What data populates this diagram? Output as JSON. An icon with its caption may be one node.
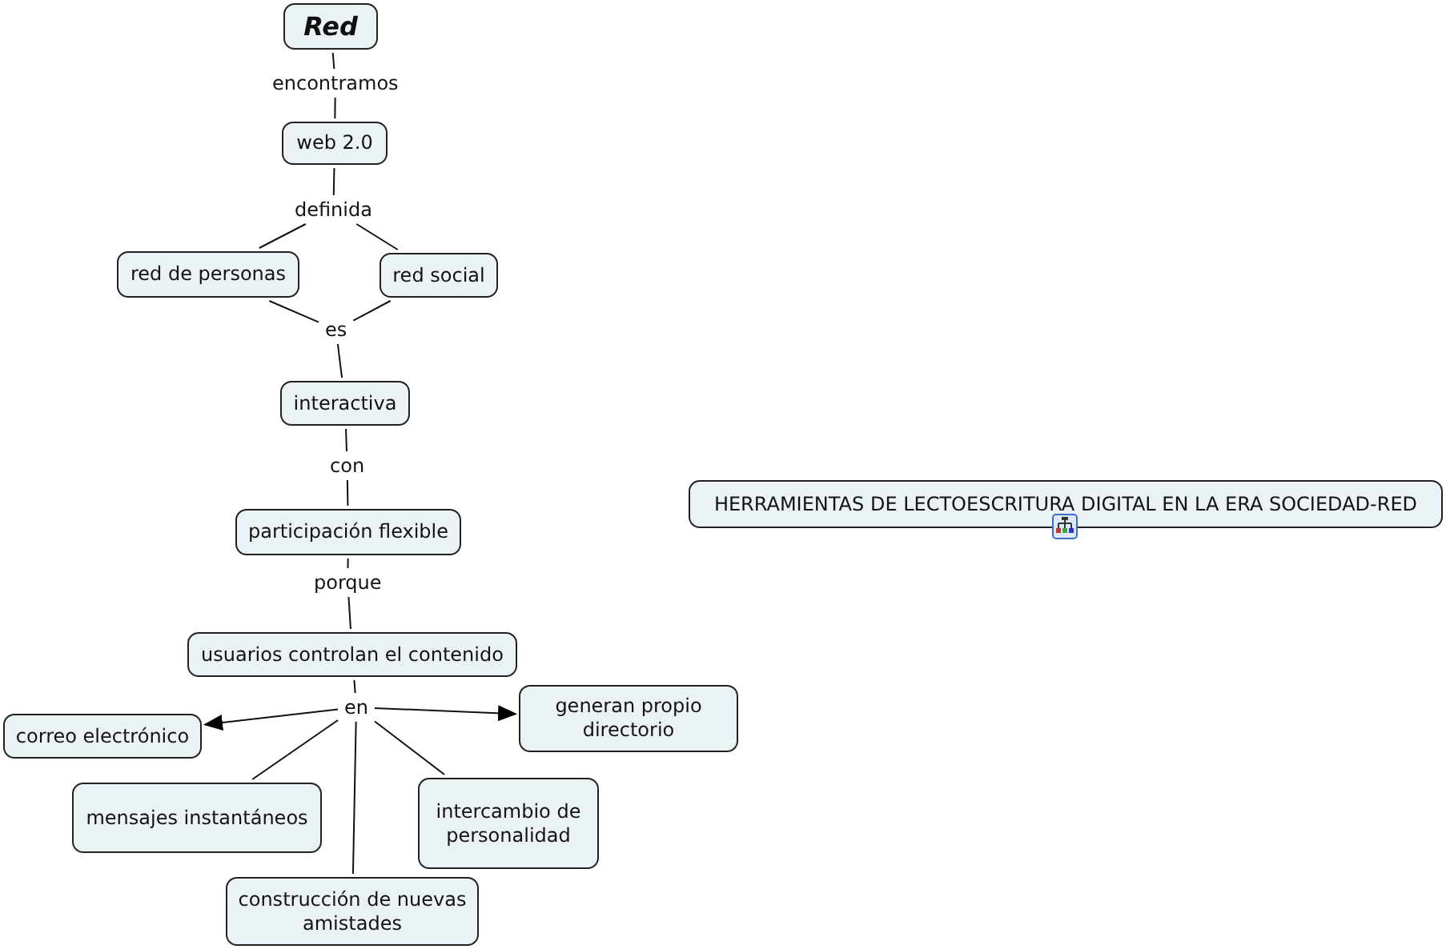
{
  "diagram": {
    "nodes": [
      {
        "text": [
          "Red"
        ]
      },
      {
        "text": [
          "encontramos"
        ]
      },
      {
        "text": [
          "web 2.0"
        ]
      },
      {
        "text": [
          "definida"
        ]
      },
      {
        "text": [
          "red de personas"
        ]
      },
      {
        "text": [
          "red social"
        ]
      },
      {
        "text": [
          "es"
        ]
      },
      {
        "text": [
          "interactiva"
        ]
      },
      {
        "text": [
          "con"
        ]
      },
      {
        "text": [
          "participación flexible"
        ]
      },
      {
        "text": [
          "porque"
        ]
      },
      {
        "text": [
          "usuarios controlan el contenido"
        ]
      },
      {
        "text": [
          "en"
        ]
      },
      {
        "text": [
          "correo electrónico"
        ]
      },
      {
        "text": [
          "generan propio directorio"
        ]
      },
      {
        "text": [
          "mensajes instantáneos"
        ]
      },
      {
        "text": [
          "intercambio de personalidad"
        ]
      },
      {
        "text": [
          "construcción de nuevas amistades"
        ]
      },
      {
        "text": [
          "HERRAMIENTAS DE LECTOESCRITURA DIGITAL EN LA ERA SOCIEDAD-RED"
        ]
      }
    ],
    "edges": [
      {
        "from": 0,
        "to": 1,
        "arrow": "none"
      },
      {
        "from": 1,
        "to": 2,
        "arrow": "none"
      },
      {
        "from": 2,
        "to": 3,
        "arrow": "none"
      },
      {
        "from": 3,
        "to": 4,
        "arrow": "none"
      },
      {
        "from": 3,
        "to": 5,
        "arrow": "none"
      },
      {
        "from": 4,
        "to": 6,
        "arrow": "none"
      },
      {
        "from": 5,
        "to": 6,
        "arrow": "none"
      },
      {
        "from": 6,
        "to": 7,
        "arrow": "none"
      },
      {
        "from": 7,
        "to": 8,
        "arrow": "none"
      },
      {
        "from": 8,
        "to": 9,
        "arrow": "none"
      },
      {
        "from": 9,
        "to": 10,
        "arrow": "none"
      },
      {
        "from": 10,
        "to": 11,
        "arrow": "none"
      },
      {
        "from": 11,
        "to": 12,
        "arrow": "none"
      },
      {
        "from": 12,
        "to": 13,
        "arrow": "to"
      },
      {
        "from": 12,
        "to": 14,
        "arrow": "to"
      },
      {
        "from": 12,
        "to": 15,
        "arrow": "none"
      },
      {
        "from": 12,
        "to": 16,
        "arrow": "none"
      },
      {
        "from": 12,
        "to": 17,
        "arrow": "none"
      }
    ]
  }
}
